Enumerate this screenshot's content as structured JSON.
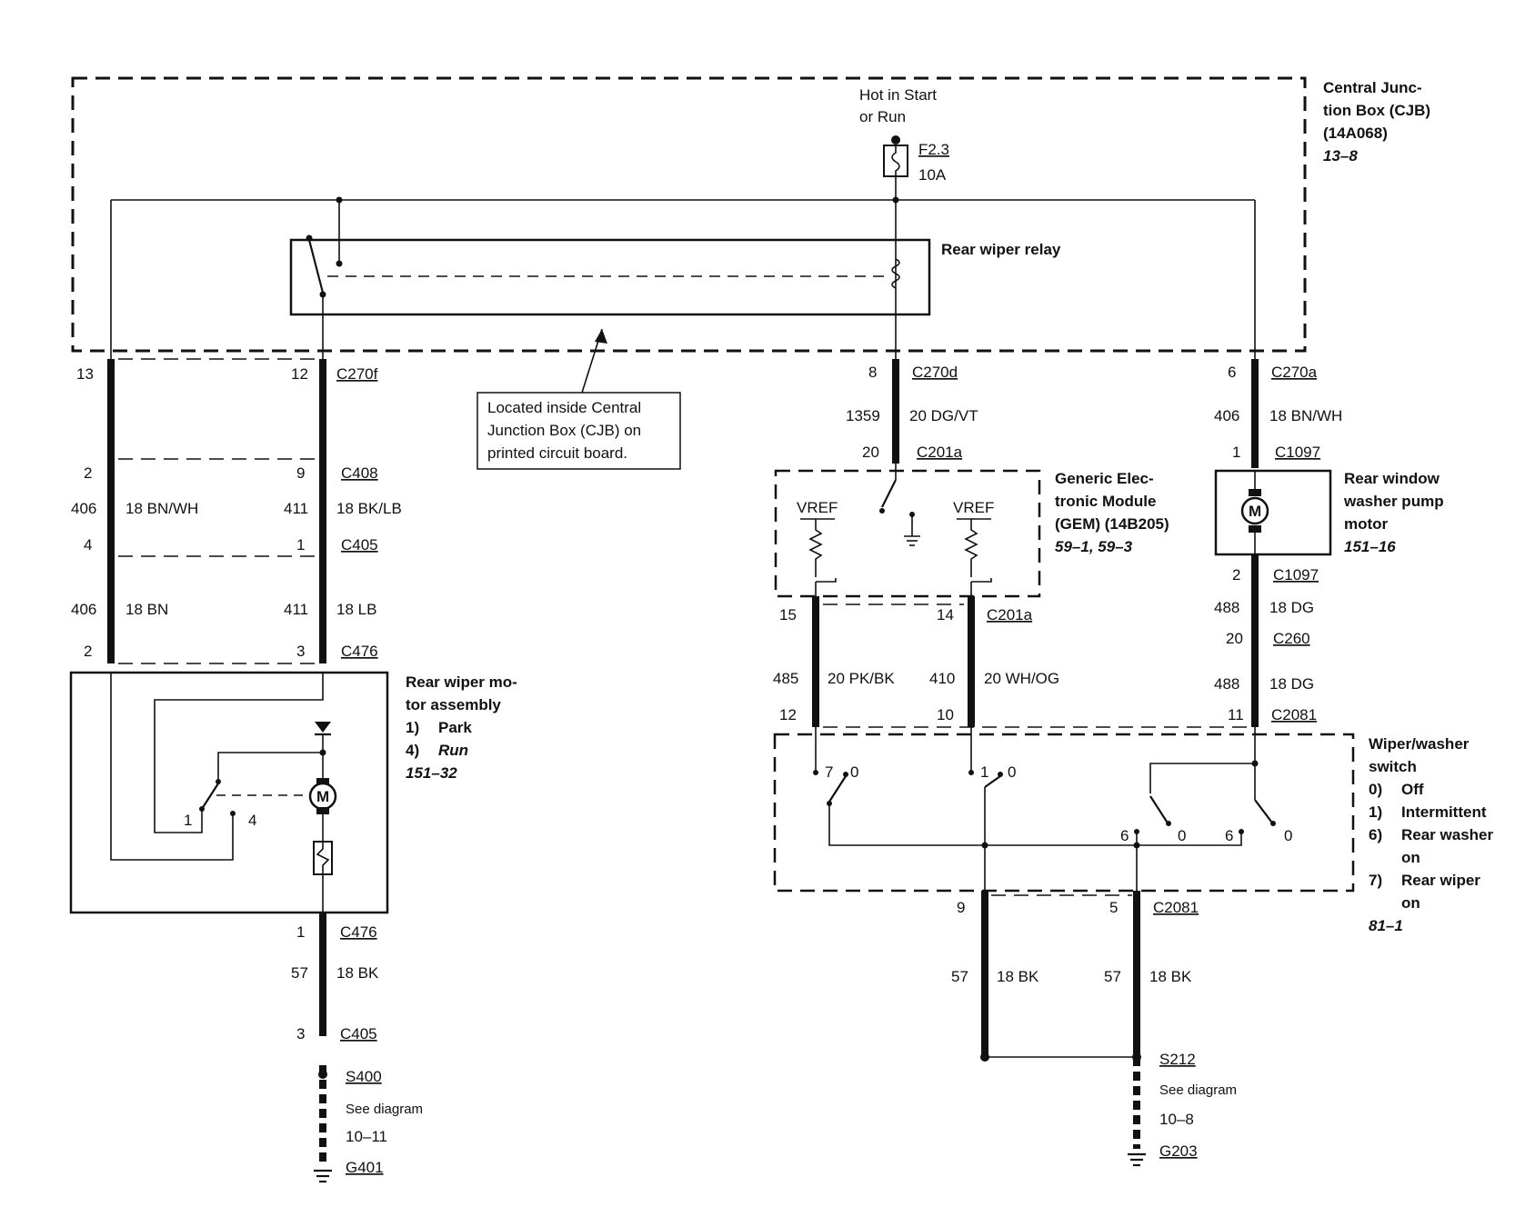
{
  "cjb": {
    "l1": "Central Junc-",
    "l2": "tion Box (CJB)",
    "l3": "(14A068)",
    "ref": "13–8"
  },
  "power": {
    "l1": "Hot in Start",
    "l2": "or Run",
    "fuse": "F2.3",
    "amps": "10A"
  },
  "relay": {
    "label": "Rear wiper relay"
  },
  "note": {
    "l1": "Located inside Central",
    "l2": "Junction Box (CJB) on",
    "l3": "printed circuit board."
  },
  "w13": {
    "pin": "13"
  },
  "w12": {
    "pin": "12",
    "conn": "C270f"
  },
  "c408": {
    "pinA": "2",
    "pinB": "9",
    "conn": "C408"
  },
  "wa1": {
    "circ": "406",
    "color": "18 BN/WH"
  },
  "wb1": {
    "circ": "411",
    "color": "18 BK/LB"
  },
  "c405a": {
    "pinA": "4",
    "pinB": "1",
    "conn": "C405"
  },
  "wa2": {
    "circ": "406",
    "color": "18 BN"
  },
  "wb2": {
    "circ": "411",
    "color": "18 LB"
  },
  "c476a": {
    "pinA": "2",
    "pinB": "3",
    "conn": "C476"
  },
  "motor": {
    "l1": "Rear wiper mo-",
    "l2": "tor assembly",
    "o1n": "1)",
    "o1": "Park",
    "o4n": "4)",
    "o4": "Run",
    "ref": "151–32",
    "sw1": "1",
    "sw4": "4",
    "m": "M"
  },
  "c476b": {
    "pin": "1",
    "conn": "C476"
  },
  "w57a": {
    "circ": "57",
    "color": "18 BK"
  },
  "c405b": {
    "pin": "3",
    "conn": "C405"
  },
  "s400": {
    "splice": "S400",
    "see": "See diagram",
    "ref": "10–11",
    "ground": "G401"
  },
  "c270d": {
    "pin": "8",
    "conn": "C270d"
  },
  "w1359": {
    "circ": "1359",
    "color": "20 DG/VT"
  },
  "c201a1": {
    "pin": "20",
    "conn": "C201a"
  },
  "gem": {
    "l1": "Generic Elec-",
    "l2": "tronic Module",
    "l3": "(GEM) (14B205)",
    "ref": "59–1, 59–3",
    "vref1": "VREF",
    "vref2": "VREF"
  },
  "c201a2": {
    "pinA": "15",
    "pinB": "14",
    "conn": "C201a"
  },
  "w485": {
    "circ": "485",
    "color": "20 PK/BK"
  },
  "w410": {
    "circ": "410",
    "color": "20 WH/OG"
  },
  "c2081a": {
    "pinA": "12",
    "pinB": "10"
  },
  "c270a": {
    "pin": "6",
    "conn": "C270a"
  },
  "w406c": {
    "circ": "406",
    "color": "18 BN/WH"
  },
  "c1097a": {
    "pin": "1",
    "conn": "C1097"
  },
  "pump": {
    "l1": "Rear window",
    "l2": "washer pump",
    "l3": "motor",
    "ref": "151–16",
    "m": "M"
  },
  "c1097b": {
    "pin": "2",
    "conn": "C1097"
  },
  "w488a": {
    "circ": "488",
    "color": "18 DG"
  },
  "c260": {
    "pin": "20",
    "conn": "C260"
  },
  "w488b": {
    "circ": "488",
    "color": "18 DG"
  },
  "c2081b": {
    "pin": "11",
    "conn": "C2081"
  },
  "wsw": {
    "l1": "Wiper/washer",
    "l2": "switch",
    "o0n": "0)",
    "o0": "Off",
    "o1n": "1)",
    "o1": "Intermittent",
    "o6n": "6)",
    "o6a": "Rear washer",
    "o6b": "on",
    "o7n": "7)",
    "o7a": "Rear wiper",
    "o7b": "on",
    "ref": "81–1",
    "p7": "7",
    "p0a": "0",
    "p1": "1",
    "p0b": "0",
    "p6a": "6",
    "p0c": "0",
    "p6b": "6",
    "p0d": "0"
  },
  "c2081c": {
    "pinA": "9",
    "pinB": "5",
    "conn": "C2081"
  },
  "w57b": {
    "circ": "57",
    "color": "18 BK"
  },
  "w57c": {
    "circ": "57",
    "color": "18 BK"
  },
  "s212": {
    "splice": "S212",
    "see": "See diagram",
    "ref": "10–8",
    "ground": "G203"
  }
}
